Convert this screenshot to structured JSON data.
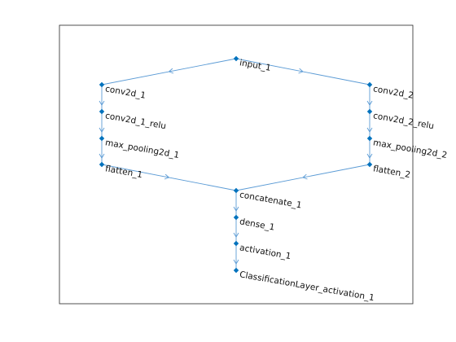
{
  "graph": {
    "nodes": [
      {
        "id": "input_1",
        "label": "input_1"
      },
      {
        "id": "conv2d_1",
        "label": "conv2d_1"
      },
      {
        "id": "conv2d_1_relu",
        "label": "conv2d_1_relu"
      },
      {
        "id": "max_pooling2d_1",
        "label": "max_pooling2d_1"
      },
      {
        "id": "flatten_1",
        "label": "flatten_1"
      },
      {
        "id": "conv2d_2",
        "label": "conv2d_2"
      },
      {
        "id": "conv2d_2_relu",
        "label": "conv2d_2_relu"
      },
      {
        "id": "max_pooling2d_2",
        "label": "max_pooling2d_2"
      },
      {
        "id": "flatten_2",
        "label": "flatten_2"
      },
      {
        "id": "concatenate_1",
        "label": "concatenate_1"
      },
      {
        "id": "dense_1",
        "label": "dense_1"
      },
      {
        "id": "activation_1",
        "label": "activation_1"
      },
      {
        "id": "ClassificationLayer_activation_1",
        "label": "ClassificationLayer_activation_1"
      }
    ],
    "edges": [
      [
        "input_1",
        "conv2d_1"
      ],
      [
        "conv2d_1",
        "conv2d_1_relu"
      ],
      [
        "conv2d_1_relu",
        "max_pooling2d_1"
      ],
      [
        "max_pooling2d_1",
        "flatten_1"
      ],
      [
        "flatten_1",
        "concatenate_1"
      ],
      [
        "input_1",
        "conv2d_2"
      ],
      [
        "conv2d_2",
        "conv2d_2_relu"
      ],
      [
        "conv2d_2_relu",
        "max_pooling2d_2"
      ],
      [
        "max_pooling2d_2",
        "flatten_2"
      ],
      [
        "flatten_2",
        "concatenate_1"
      ],
      [
        "concatenate_1",
        "dense_1"
      ],
      [
        "dense_1",
        "activation_1"
      ],
      [
        "activation_1",
        "ClassificationLayer_activation_1"
      ]
    ],
    "colors": {
      "node": "#0072bd",
      "edge": "#5b9bd5",
      "frame": "#262626"
    }
  }
}
